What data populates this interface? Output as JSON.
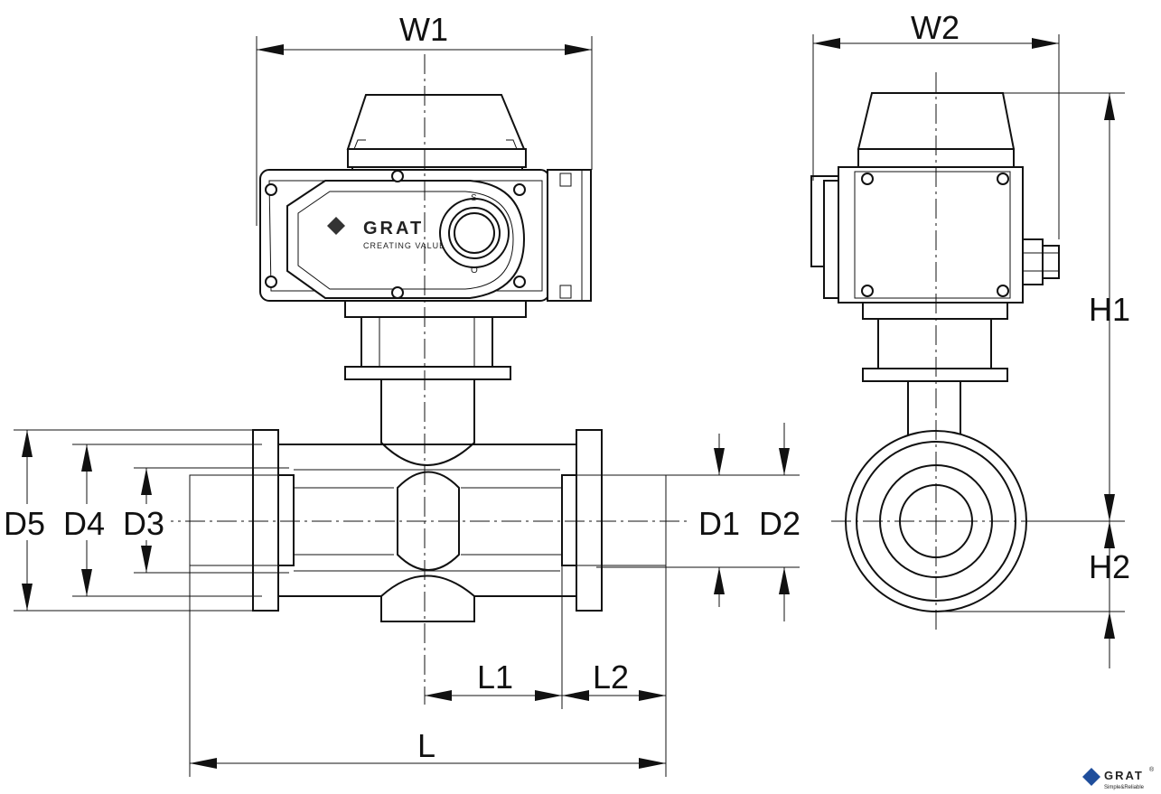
{
  "brand": {
    "name": "GRAT",
    "tagline": "CREATING VALUE",
    "switch_open": "S",
    "switch_close": "O",
    "corner_logo_name": "GRAT",
    "corner_logo_tagline": "Simple&Reliable",
    "corner_logo_mark": "®"
  },
  "dimensions": {
    "W1": "W1",
    "W2": "W2",
    "H1": "H1",
    "H2": "H2",
    "D1": "D1",
    "D2": "D2",
    "D3": "D3",
    "D4": "D4",
    "D5": "D5",
    "L": "L",
    "L1": "L1",
    "L2": "L2"
  },
  "colors": {
    "line": "#111111",
    "logo_blue": "#1f4e9c"
  }
}
